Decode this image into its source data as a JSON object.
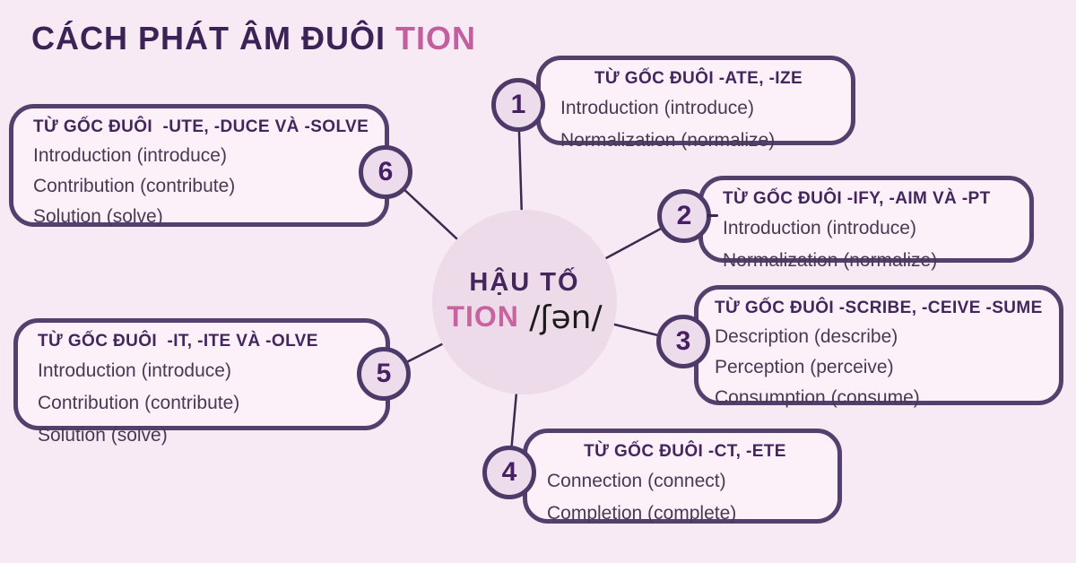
{
  "title": {
    "main": "CÁCH PHÁT ÂM ĐUÔI ",
    "accent": "TION"
  },
  "center": {
    "line1": "HẬU TỐ",
    "accent": "TION",
    "ipa": " /ʃən/"
  },
  "nodes": [
    {
      "num": "1",
      "header": "TỪ GỐC ĐUÔI -ATE, -IZE",
      "items": [
        "Introduction (introduce)",
        "Normalization (normalize)"
      ]
    },
    {
      "num": "2",
      "header": "TỪ GỐC ĐUÔI -IFY, -AIM VÀ -PT",
      "items": [
        "Introduction (introduce)",
        "Normalization (normalize)"
      ]
    },
    {
      "num": "3",
      "header": "TỪ GỐC ĐUÔI -SCRIBE, -CEIVE -SUME",
      "items": [
        "Description (describe)",
        "Perception (perceive)",
        "Consumption (consume)"
      ]
    },
    {
      "num": "4",
      "header": "TỪ GỐC ĐUÔI -CT, -ETE",
      "items": [
        "Connection (connect)",
        "Completion (complete)"
      ]
    },
    {
      "num": "5",
      "header": "TỪ GỐC ĐUÔI  -IT, -ITE VÀ -OLVE",
      "items": [
        "Introduction (introduce)",
        "Contribution (contribute)",
        "Solution (solve)"
      ]
    },
    {
      "num": "6",
      "header": "TỪ GỐC ĐUÔI  -UTE, -DUCE VÀ -SOLVE",
      "items": [
        "Introduction (introduce)",
        "Contribution (contribute)",
        "Solution (solve)"
      ]
    }
  ],
  "colors": {
    "background": "#f8eaf4",
    "box_fill": "#fcf0f9",
    "box_border": "#53406d",
    "circle_fill": "#ecdcec",
    "circle_border": "#4e3a68",
    "hub_fill": "#eedbe9",
    "title_purple": "#3b2357",
    "accent_pink": "#c45f9f",
    "header_text": "#44265e",
    "body_text": "#473a54",
    "line": "#3a2a50",
    "ipa_text": "#1c1c1c"
  }
}
